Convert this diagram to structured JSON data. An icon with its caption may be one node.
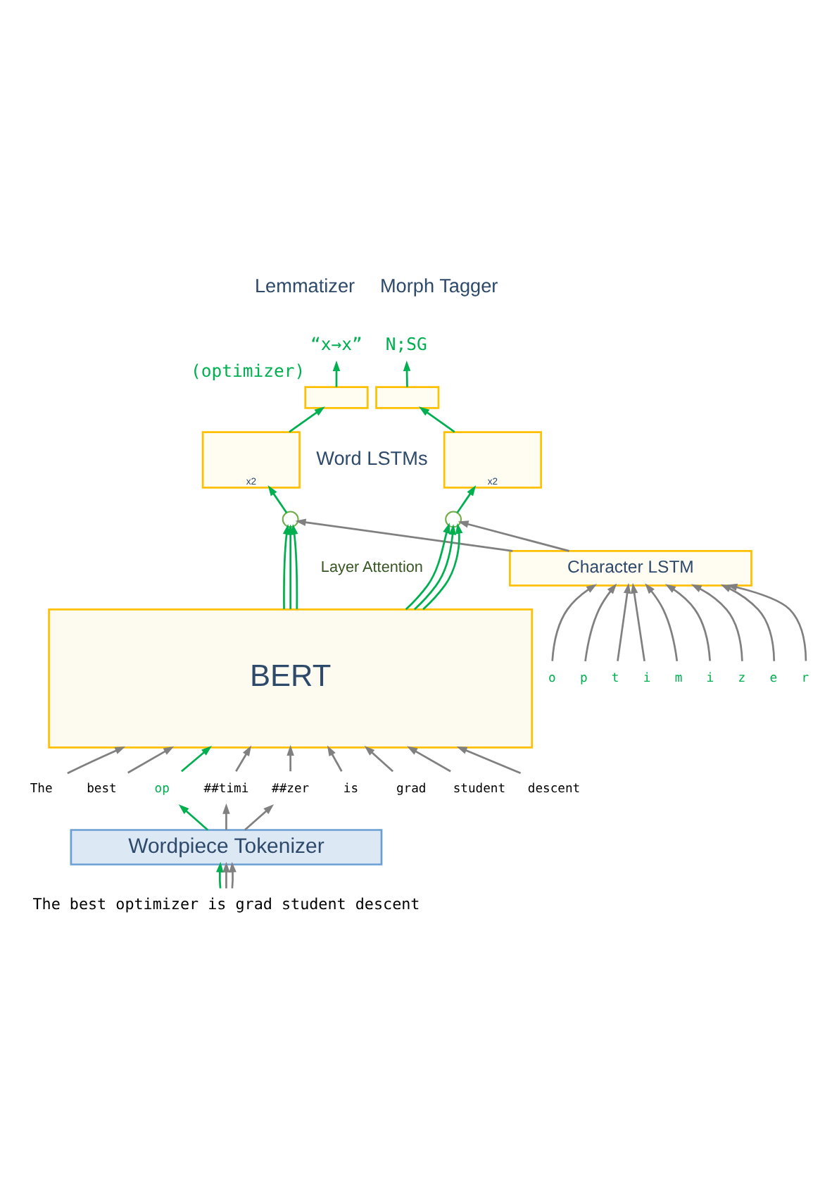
{
  "diagram": {
    "nodes": [
      {
        "text": [
          "“x→x”"
        ],
        "beside": [
          "(optimizer)"
        ]
      },
      {
        "text": [
          "N;SG"
        ]
      },
      {
        "text": [],
        "shape": "box"
      },
      {
        "text": [],
        "shape": "box"
      },
      {
        "text": [
          "x2"
        ]
      },
      {
        "text": [
          "x2"
        ]
      },
      {
        "text": [],
        "shape": "circle"
      },
      {
        "text": [],
        "shape": "circle"
      },
      {
        "text": [
          "Character LSTM"
        ]
      },
      {
        "text": [
          "o"
        ]
      },
      {
        "text": [
          "p"
        ]
      },
      {
        "text": [
          "t"
        ]
      },
      {
        "text": [
          "i"
        ]
      },
      {
        "text": [
          "m"
        ]
      },
      {
        "text": [
          "i"
        ]
      },
      {
        "text": [
          "z"
        ]
      },
      {
        "text": [
          "e"
        ]
      },
      {
        "text": [
          "r"
        ]
      },
      {
        "text": [
          "BERT"
        ]
      },
      {
        "text": [
          "The"
        ]
      },
      {
        "text": [
          "best"
        ]
      },
      {
        "text": [
          "op"
        ]
      },
      {
        "text": [
          "##timi"
        ]
      },
      {
        "text": [
          "##zer"
        ]
      },
      {
        "text": [
          "is"
        ]
      },
      {
        "text": [
          "grad"
        ]
      },
      {
        "text": [
          "student"
        ]
      },
      {
        "text": [
          "descent"
        ]
      },
      {
        "text": [
          "Wordpiece Tokenizer"
        ]
      },
      {
        "text": [
          "The best optimizer is grad student descent"
        ]
      }
    ],
    "edges": [
      {
        "from": 29,
        "to": 28,
        "arrow": "to",
        "color": "#00b050"
      },
      {
        "from": 29,
        "to": 28,
        "arrow": "to"
      },
      {
        "from": 29,
        "to": 28,
        "arrow": "to"
      },
      {
        "from": 28,
        "to": 21,
        "arrow": "to",
        "color": "#00b050"
      },
      {
        "from": 28,
        "to": 22,
        "arrow": "to"
      },
      {
        "from": 28,
        "to": 23,
        "arrow": "to"
      },
      {
        "from": 19,
        "to": 18,
        "arrow": "to"
      },
      {
        "from": 20,
        "to": 18,
        "arrow": "to"
      },
      {
        "from": 21,
        "to": 18,
        "arrow": "to",
        "color": "#00b050"
      },
      {
        "from": 22,
        "to": 18,
        "arrow": "to"
      },
      {
        "from": 23,
        "to": 18,
        "arrow": "to"
      },
      {
        "from": 24,
        "to": 18,
        "arrow": "to"
      },
      {
        "from": 25,
        "to": 18,
        "arrow": "to"
      },
      {
        "from": 26,
        "to": 18,
        "arrow": "to"
      },
      {
        "from": 27,
        "to": 18,
        "arrow": "to"
      },
      {
        "from": 9,
        "to": 8,
        "arrow": "to"
      },
      {
        "from": 10,
        "to": 8,
        "arrow": "to"
      },
      {
        "from": 11,
        "to": 8,
        "arrow": "to"
      },
      {
        "from": 12,
        "to": 8,
        "arrow": "to"
      },
      {
        "from": 13,
        "to": 8,
        "arrow": "to"
      },
      {
        "from": 14,
        "to": 8,
        "arrow": "to"
      },
      {
        "from": 15,
        "to": 8,
        "arrow": "to"
      },
      {
        "from": 16,
        "to": 8,
        "arrow": "to"
      },
      {
        "from": 17,
        "to": 8,
        "arrow": "to"
      },
      {
        "from": 18,
        "to": 6,
        "arrow": "to",
        "color": "#00b050"
      },
      {
        "from": 18,
        "to": 6,
        "arrow": "to",
        "color": "#00b050"
      },
      {
        "from": 18,
        "to": 6,
        "arrow": "to",
        "color": "#00b050"
      },
      {
        "from": 18,
        "to": 7,
        "arrow": "to",
        "color": "#00b050"
      },
      {
        "from": 18,
        "to": 7,
        "arrow": "to",
        "color": "#00b050"
      },
      {
        "from": 18,
        "to": 7,
        "arrow": "to",
        "color": "#00b050"
      },
      {
        "from": 8,
        "to": 6,
        "arrow": "to"
      },
      {
        "from": 8,
        "to": 7,
        "arrow": "to"
      },
      {
        "from": 6,
        "to": 4,
        "arrow": "to",
        "color": "#00b050"
      },
      {
        "from": 7,
        "to": 5,
        "arrow": "to",
        "color": "#00b050"
      },
      {
        "from": 4,
        "to": 2,
        "arrow": "to",
        "color": "#00b050"
      },
      {
        "from": 5,
        "to": 3,
        "arrow": "to",
        "color": "#00b050"
      },
      {
        "from": 2,
        "to": 0,
        "arrow": "to",
        "color": "#00b050"
      },
      {
        "from": 3,
        "to": 1,
        "arrow": "to",
        "color": "#00b050"
      }
    ],
    "labels": [
      "Lemmatizer",
      "Morph Tagger",
      "Word LSTMs",
      "Layer Attention"
    ]
  }
}
